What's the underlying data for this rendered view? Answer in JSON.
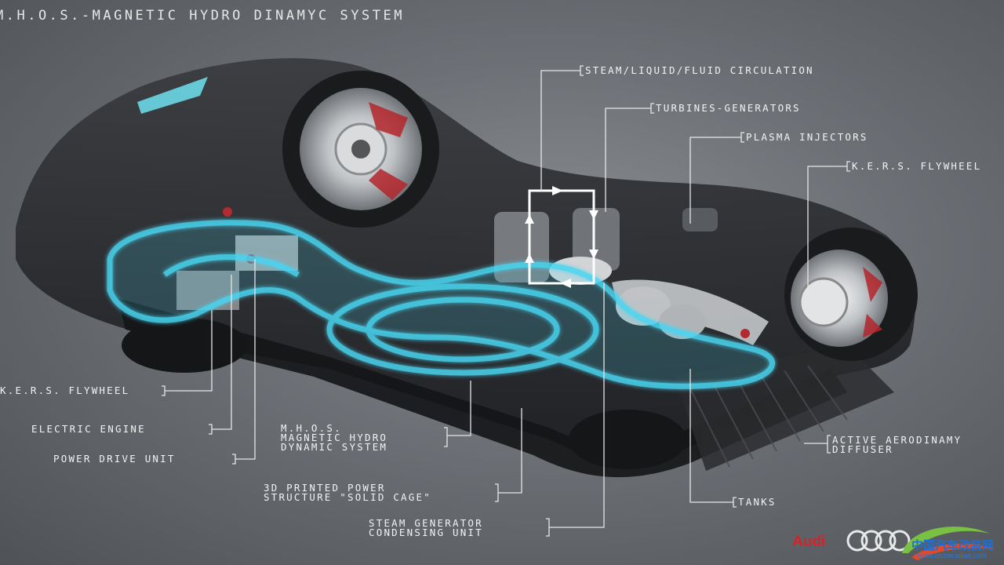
{
  "title": "M.H.O.S.-MAGNETIC HYDRO DINAMYC SYSTEM",
  "labels": {
    "steam_circulation": "STEAM/LIQUID/FLUID CIRCULATION",
    "turbines_generators": "TURBINES-GENERATORS",
    "plasma_injectors": "PLASMA INJECTORS",
    "kers_flywheel_rear": "K.E.R.S. FLYWHEEL",
    "kers_flywheel_front": "K.E.R.S. FLYWHEEL",
    "electric_engine": "ELECTRIC ENGINE",
    "power_drive_unit": "POWER DRIVE UNIT",
    "mhos_system": "M.H.O.S.\nMAGNETIC HYDRO\nDYNAMIC SYSTEM",
    "printed_structure": "3D PRINTED POWER\nSTRUCTURE \"SOLID CAGE\"",
    "steam_generator": "STEAM GENERATOR\nCONDENSING UNIT",
    "active_diffuser": "ACTIVE AERODINAMY\nDIFFUSER",
    "tanks": "TANKS"
  },
  "brand": "Audi",
  "watermark": {
    "site_name": "中国汽车改装网",
    "url": "www.qichecailiao.com"
  },
  "colors": {
    "background": "#6c7075",
    "car_body": "#2b2d30",
    "mhos_glow": "#49d6f2",
    "label_text": "#f2f2f2",
    "leader_line": "#e6e6e6",
    "brand_red": "#d8222a",
    "watermark_blue": "#1e6fd6"
  },
  "icons": [
    "audi-rings-icon",
    "watermark-logo-icon"
  ]
}
